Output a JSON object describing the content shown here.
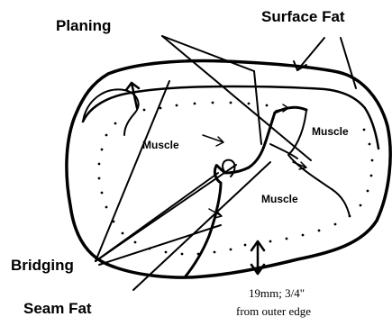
{
  "labels": {
    "planing": "Planing",
    "surface_fat": "Surface Fat",
    "muscle_left": "Muscle",
    "muscle_right": "Muscle",
    "muscle_bottom": "Muscle",
    "bridging": "Bridging",
    "seam_fat": "Seam Fat",
    "measure_line1": "19mm; 3/4\"",
    "measure_line2": "from outer edge"
  },
  "colors": {
    "ink": "#000000",
    "background": "#ffffff"
  }
}
